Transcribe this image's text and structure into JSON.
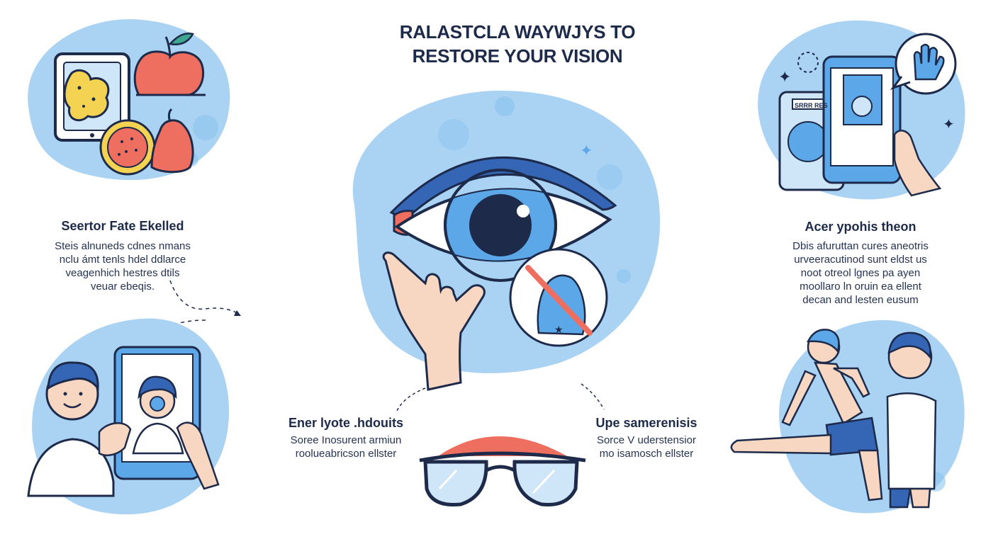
{
  "title": {
    "line1": "RALASTCLA WAYWJYS TO",
    "line2": "RESTORE YOUR VISION"
  },
  "top_left": {
    "heading": "Seertor Fate Ekelled",
    "lines": [
      "Steis alnuneds cdnes nmans",
      "nclu ámt tenls hdel ddlarce",
      "veagenhich hestres dtils",
      "veuar ebeqis."
    ]
  },
  "top_right": {
    "heading": "Acer ypohis theon",
    "lines": [
      "Dbis afuruttan cures aneotris",
      "urveeracutinod sunt eldst us",
      "noot otreol lgnes pa ayen",
      "moollaro ln oruin ea ellent",
      "decan and lesten eusum"
    ]
  },
  "bottom_center_left": {
    "heading": "Ener lyote .hdouits",
    "lines": [
      "Soree Inosurent armiun",
      "roolueabricson ellster"
    ]
  },
  "bottom_center_right": {
    "heading": "Upe samerenisis",
    "lines": [
      "Sorce V uderstensior",
      "mo isamosch ellster"
    ]
  },
  "phone_label": "SRRR RES",
  "colors": {
    "navy": "#1d2a4a",
    "light_blue": "#a9d2f3",
    "mid_blue": "#5ca7e8",
    "coral": "#ee6f5f",
    "yellow": "#f4d353",
    "skin": "#f7d7c2"
  },
  "icons": [
    "fruit-tablet-illustration",
    "eye-illustration",
    "pointing-hand-icon",
    "no-touch-icon",
    "glasses-icon",
    "phone-hand-icon",
    "video-call-illustration",
    "exercise-illustration"
  ]
}
